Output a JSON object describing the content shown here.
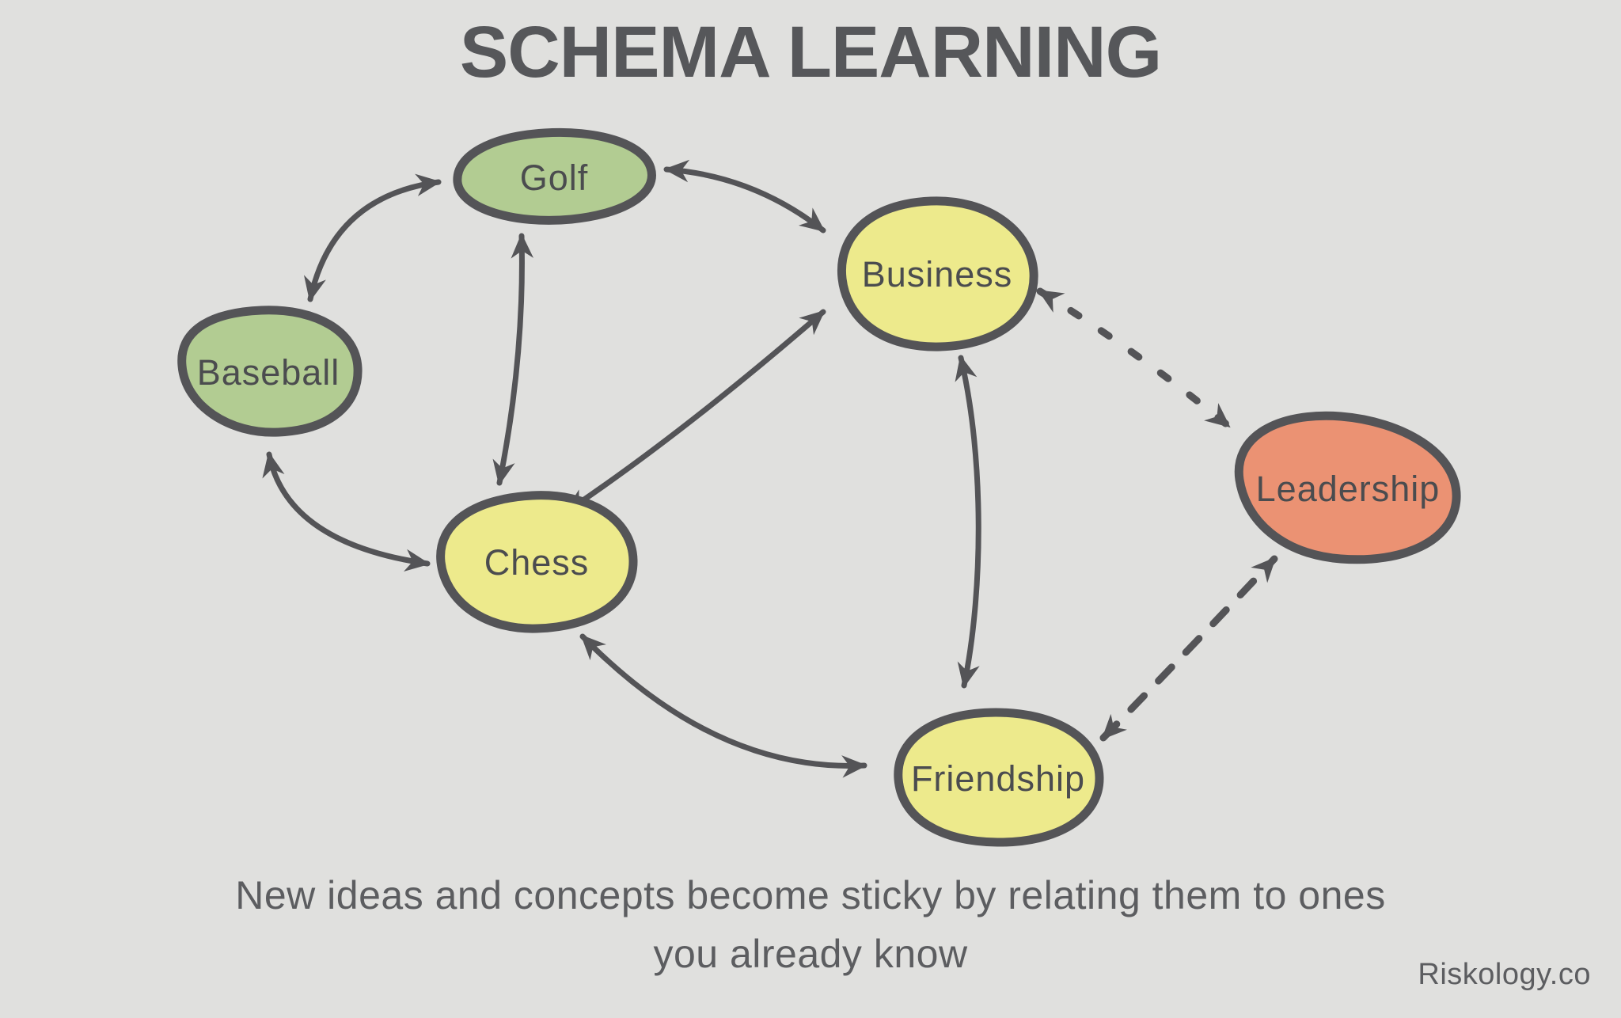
{
  "title": "SCHEMA LEARNING",
  "caption": {
    "line1": "New ideas and concepts become sticky by relating them to ones",
    "line2": "you already know"
  },
  "watermark": "Riskology.co",
  "colors": {
    "background": "#e0e0de",
    "ink": "#545457",
    "green": "#b2cc92",
    "yellow": "#edea8c",
    "salmon": "#eb9273",
    "label_text": "#4b4c4f",
    "title_text": "#56575a",
    "caption_text": "#5c5d60"
  },
  "nodes": [
    {
      "id": "golf",
      "label": "Golf",
      "fill": "#b2cc92"
    },
    {
      "id": "baseball",
      "label": "Baseball",
      "fill": "#b2cc92"
    },
    {
      "id": "business",
      "label": "Business",
      "fill": "#edea8c"
    },
    {
      "id": "chess",
      "label": "Chess",
      "fill": "#edea8c"
    },
    {
      "id": "friendship",
      "label": "Friendship",
      "fill": "#edea8c"
    },
    {
      "id": "leadership",
      "label": "Leadership",
      "fill": "#eb9273"
    }
  ],
  "edges": [
    {
      "from": "baseball",
      "to": "golf",
      "style": "solid",
      "bidirectional": true
    },
    {
      "from": "golf",
      "to": "business",
      "style": "solid",
      "bidirectional": true
    },
    {
      "from": "golf",
      "to": "chess",
      "style": "solid",
      "bidirectional": true
    },
    {
      "from": "baseball",
      "to": "chess",
      "style": "solid",
      "bidirectional": true
    },
    {
      "from": "chess",
      "to": "business",
      "style": "solid",
      "bidirectional": true
    },
    {
      "from": "business",
      "to": "friendship",
      "style": "solid",
      "bidirectional": true
    },
    {
      "from": "chess",
      "to": "friendship",
      "style": "solid",
      "bidirectional": true
    },
    {
      "from": "business",
      "to": "leadership",
      "style": "dotted",
      "bidirectional": true
    },
    {
      "from": "friendship",
      "to": "leadership",
      "style": "dashed",
      "bidirectional": true
    }
  ]
}
